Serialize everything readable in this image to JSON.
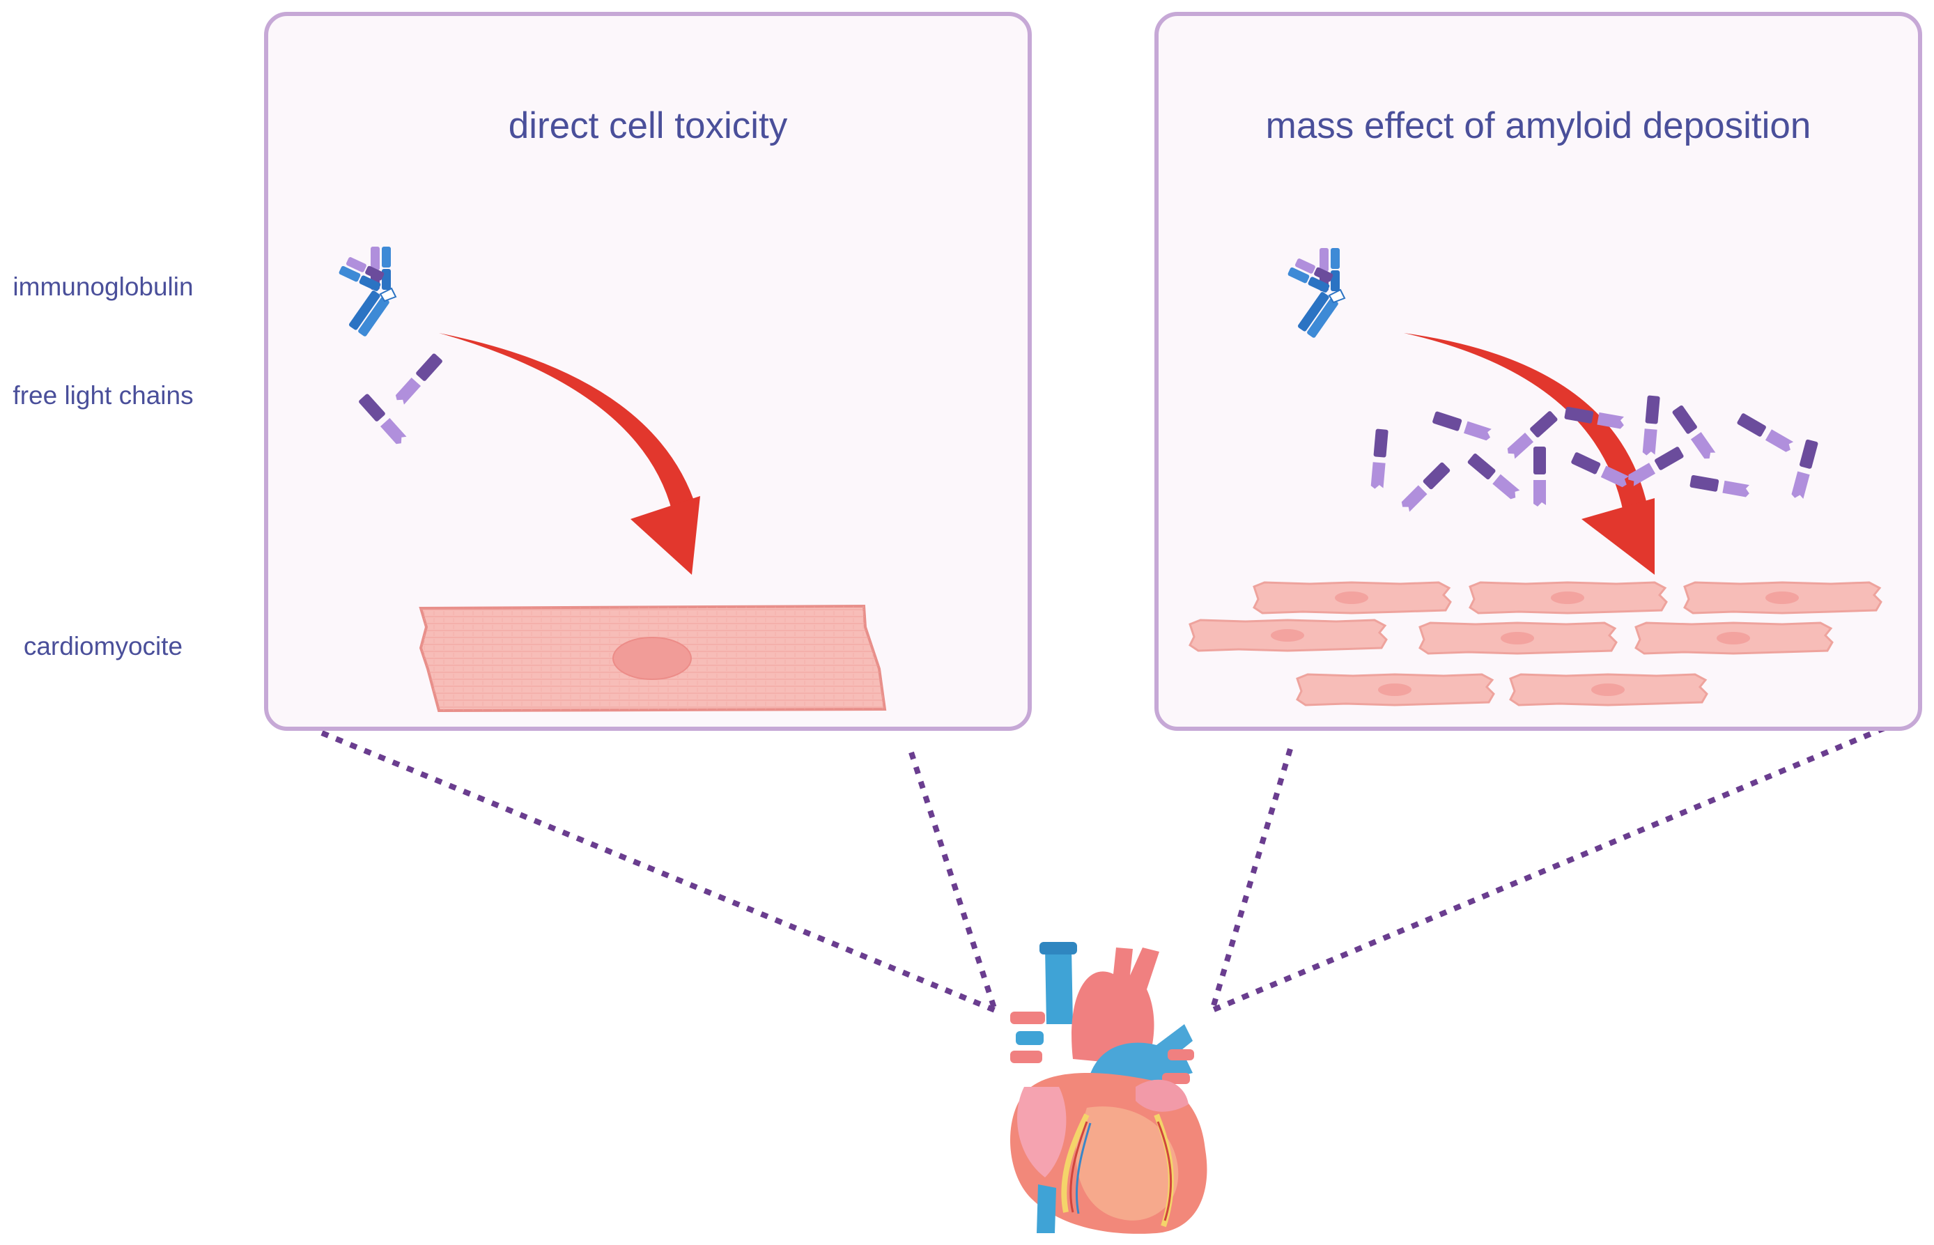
{
  "labels": {
    "immunoglobulin": "immunoglobulin",
    "free_light_chains": "free light chains",
    "cardiomyocite": "cardiomyocite"
  },
  "panels": [
    {
      "title": "direct cell toxicity"
    },
    {
      "title": "mass effect of amyloid deposition"
    }
  ],
  "colors": {
    "panel_border": "#c6a8d6",
    "panel_fill": "#fcf7fb",
    "text": "#4a4f9a",
    "arrow": "#e2372d",
    "dotted_line": "#6a3d8f",
    "light_chain_dark": "#6b4c9c",
    "light_chain_light": "#b08fdc",
    "heavy_chain": "#2b73c3",
    "cell_fill": "#f7bdb8",
    "cell_stroke": "#e88f8a",
    "heart": "heart-illustration"
  },
  "icons": [
    "immunoglobulin-icon",
    "light-chain-icon",
    "cardiomyocyte-icon",
    "heart-icon",
    "curved-arrow-icon"
  ]
}
